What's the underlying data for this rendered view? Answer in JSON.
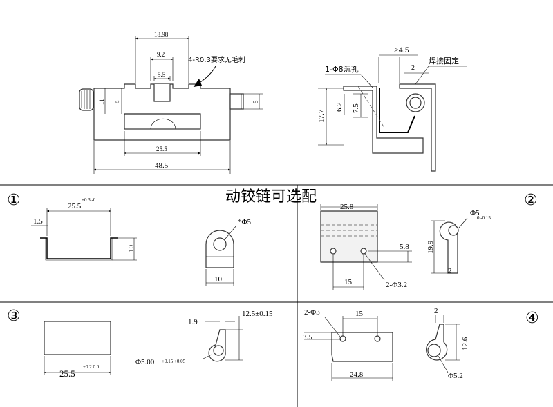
{
  "main_view": {
    "dim_top": "18.98",
    "dim_mid": "9.2",
    "dim_slot": "5.5",
    "note": "4-R0.3要求无毛刺",
    "dim_h_outer": "11",
    "dim_h_inner": "9",
    "dim_pin": "5",
    "dim_inner_len": "25.5",
    "dim_total_len": "48.5"
  },
  "side_view": {
    "dim_gap": ">4.5",
    "dim_thk": "2",
    "weld_note": "焊接固定",
    "hole_note": "1-Φ8沉孔",
    "dim_17_7": "17.7",
    "dim_6_2": "6.2",
    "dim_7_5": "7.5"
  },
  "title": "动铰链可选配",
  "opt1": {
    "num": "①",
    "dim_w": "25.5",
    "tol_w": "+0.3 -0",
    "dim_flange": "1.5",
    "dim_h": "10",
    "dim_hole": "*Φ5",
    "dim_bottom": "10"
  },
  "opt2": {
    "num": "②",
    "dim_w": "25.8",
    "dim_h_hole": "5.8",
    "dim_pitch": "15",
    "dim_holes": "2-Φ3.2",
    "dim_eye": "Φ5",
    "tol_eye": "0 -0.15",
    "dim_height": "19.9",
    "dim_thk": "2"
  },
  "opt3": {
    "num": "③",
    "dim_w": "25.5",
    "tol_w": "+0.2 0.0",
    "dim_t": "1.9",
    "dim_h": "12.5±0.15",
    "dim_eye": "Φ5.00",
    "tol_eye": "+0.15 +0.05"
  },
  "opt4": {
    "num": "④",
    "dim_holes": "2-Φ3",
    "dim_pitch": "15",
    "dim_h_hole": "3.5",
    "dim_w": "24.8",
    "dim_thk": "2",
    "dim_h": "12.6",
    "dim_eye": "Φ5.2"
  }
}
